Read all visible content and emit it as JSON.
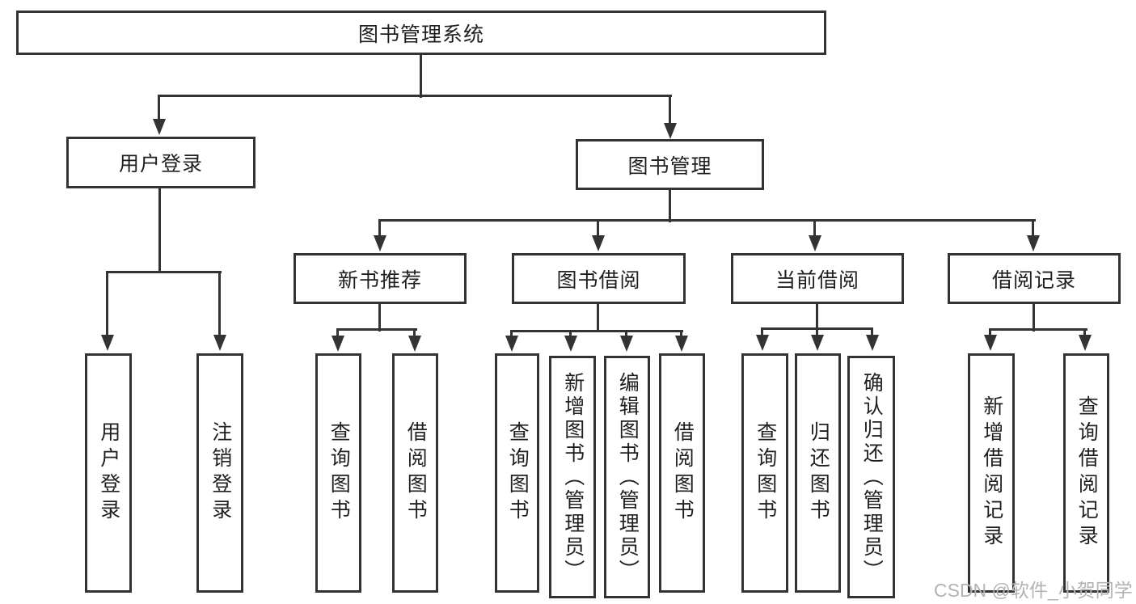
{
  "diagram": {
    "type": "hierarchy-tree"
  },
  "nodes": {
    "root": {
      "label": "图书管理系统"
    },
    "user_login_branch": {
      "label": "用户登录"
    },
    "book_mgmt": {
      "label": "图书管理"
    },
    "user_login": {
      "label": "用户登录"
    },
    "logout": {
      "label": "注销登录"
    },
    "new_book_rec": {
      "label": "新书推荐"
    },
    "book_borrow": {
      "label": "图书借阅"
    },
    "current_borrow": {
      "label": "当前借阅"
    },
    "borrow_records": {
      "label": "借阅记录"
    },
    "nbr_query": {
      "label": "查询图书"
    },
    "nbr_borrow": {
      "label": "借阅图书"
    },
    "bb_query": {
      "label": "查询图书"
    },
    "bb_add": {
      "label": "新增图书（管理员）"
    },
    "bb_edit": {
      "label": "编辑图书（管理员）"
    },
    "bb_borrow": {
      "label": "借阅图书"
    },
    "cb_query": {
      "label": "查询图书"
    },
    "cb_return": {
      "label": "归还图书"
    },
    "cb_confirm": {
      "label": "确认归还（管理员）"
    },
    "br_add": {
      "label": "新增借阅记录"
    },
    "br_query": {
      "label": "查询借阅记录"
    }
  },
  "hierarchy": {
    "root": [
      "user_login_branch",
      "book_mgmt"
    ],
    "user_login_branch": [
      "user_login",
      "logout"
    ],
    "book_mgmt": [
      "new_book_rec",
      "book_borrow",
      "current_borrow",
      "borrow_records"
    ],
    "new_book_rec": [
      "nbr_query",
      "nbr_borrow"
    ],
    "book_borrow": [
      "bb_query",
      "bb_add",
      "bb_edit",
      "bb_borrow"
    ],
    "current_borrow": [
      "cb_query",
      "cb_return",
      "cb_confirm"
    ],
    "borrow_records": [
      "br_add",
      "br_query"
    ]
  },
  "watermark": {
    "text": "CSDN @软件_小贺同学",
    "color": "#b3b3b3"
  },
  "colors": {
    "background": "#ffffff",
    "box_border": "#333333",
    "connector_line": "#333333",
    "text": "#1f1f1f"
  }
}
